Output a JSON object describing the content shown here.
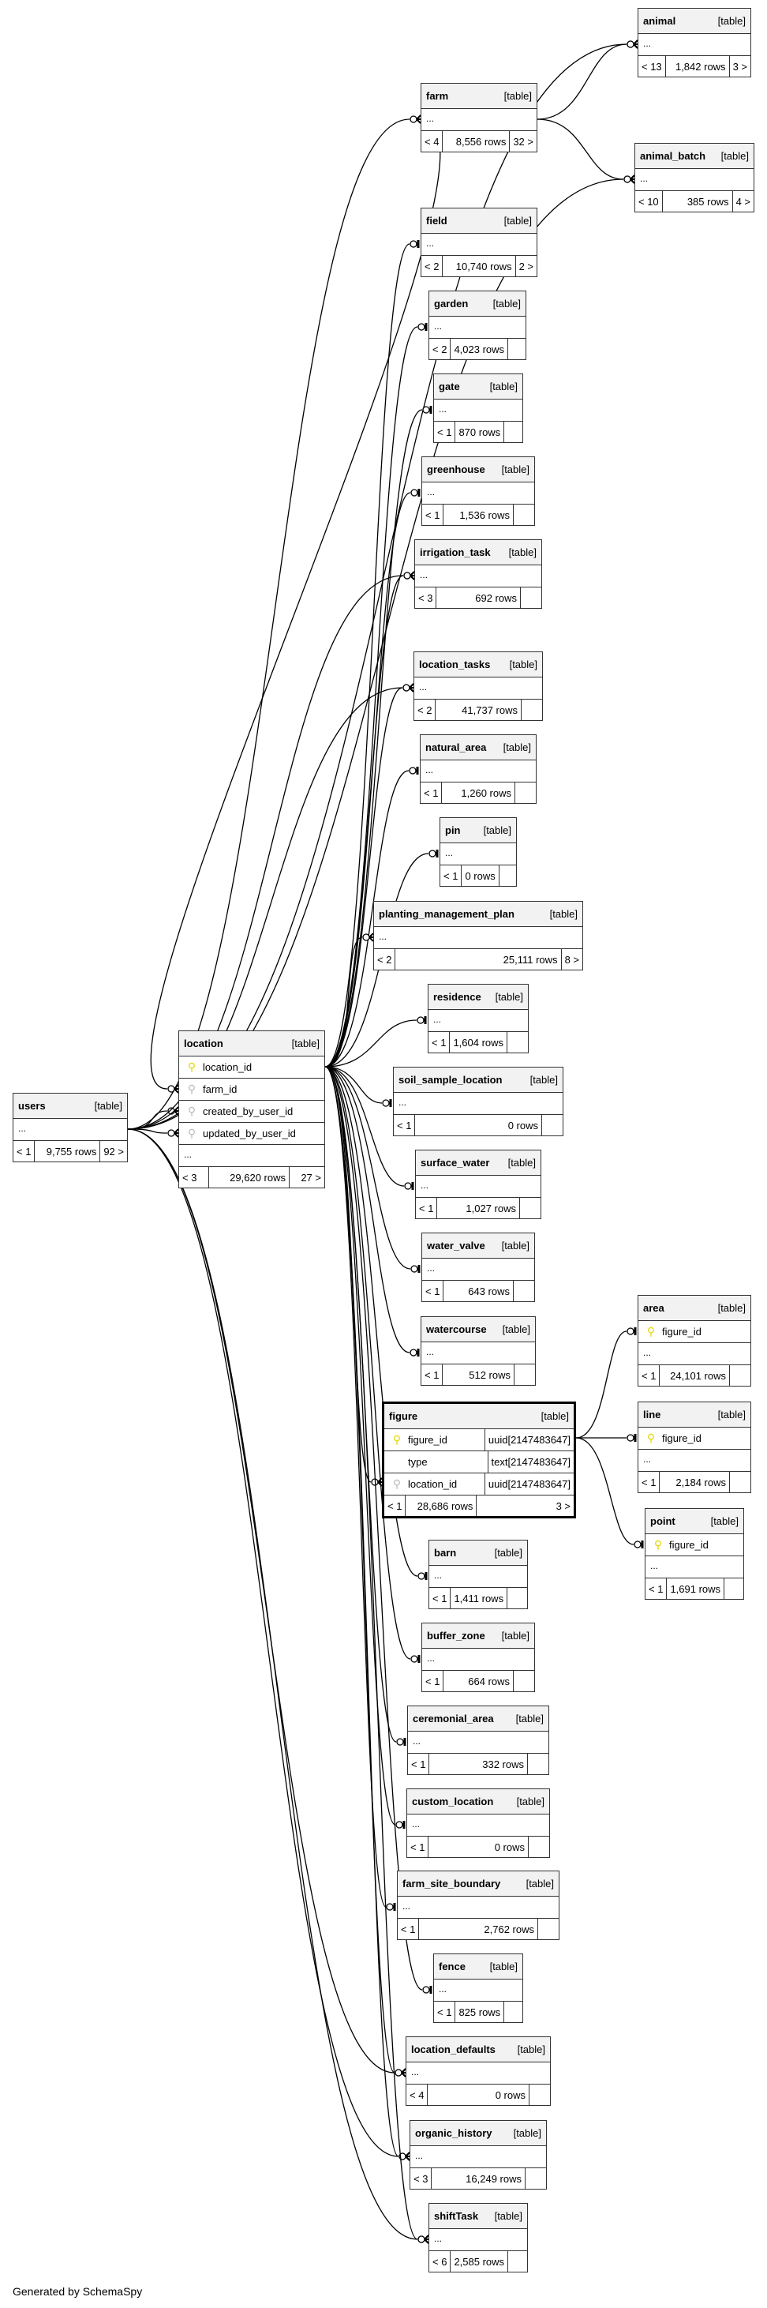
{
  "diagram": {
    "title": "location relationships",
    "footer": "Generated by SchemaSpy",
    "table_kind_label": "[table]",
    "ellipsis": "...",
    "focus_table": "location"
  },
  "tables": {
    "users": {
      "name": "users",
      "kind": "[table]",
      "parents": "< 1",
      "rows": "9,755 rows",
      "children": "92 >"
    },
    "location": {
      "name": "location",
      "kind": "[table]",
      "parents": "< 3",
      "rows": "29,620 rows",
      "children": "27 >",
      "columns": [
        {
          "name": "location_id",
          "key": "pk"
        },
        {
          "name": "farm_id",
          "key": "fk"
        },
        {
          "name": "created_by_user_id",
          "key": "fk"
        },
        {
          "name": "updated_by_user_id",
          "key": "fk"
        }
      ]
    },
    "animal": {
      "name": "animal",
      "kind": "[table]",
      "parents": "< 13",
      "rows": "1,842 rows",
      "children": "3 >"
    },
    "farm": {
      "name": "farm",
      "kind": "[table]",
      "parents": "< 4",
      "rows": "8,556 rows",
      "children": "32 >"
    },
    "animal_batch": {
      "name": "animal_batch",
      "kind": "[table]",
      "parents": "< 10",
      "rows": "385 rows",
      "children": "4 >"
    },
    "field": {
      "name": "field",
      "kind": "[table]",
      "parents": "< 2",
      "rows": "10,740 rows",
      "children": "2 >"
    },
    "garden": {
      "name": "garden",
      "kind": "[table]",
      "parents": "< 2",
      "rows": "4,023 rows",
      "children": ""
    },
    "gate": {
      "name": "gate",
      "kind": "[table]",
      "parents": "< 1",
      "rows": "870 rows",
      "children": ""
    },
    "greenhouse": {
      "name": "greenhouse",
      "kind": "[table]",
      "parents": "< 1",
      "rows": "1,536 rows",
      "children": ""
    },
    "irrigation_task": {
      "name": "irrigation_task",
      "kind": "[table]",
      "parents": "< 3",
      "rows": "692 rows",
      "children": ""
    },
    "location_tasks": {
      "name": "location_tasks",
      "kind": "[table]",
      "parents": "< 2",
      "rows": "41,737 rows",
      "children": ""
    },
    "natural_area": {
      "name": "natural_area",
      "kind": "[table]",
      "parents": "< 1",
      "rows": "1,260 rows",
      "children": ""
    },
    "pin": {
      "name": "pin",
      "kind": "[table]",
      "parents": "< 1",
      "rows": "0 rows",
      "children": ""
    },
    "planting_management_plan": {
      "name": "planting_management_plan",
      "kind": "[table]",
      "parents": "< 2",
      "rows": "25,111 rows",
      "children": "8 >"
    },
    "residence": {
      "name": "residence",
      "kind": "[table]",
      "parents": "< 1",
      "rows": "1,604 rows",
      "children": ""
    },
    "soil_sample_location": {
      "name": "soil_sample_location",
      "kind": "[table]",
      "parents": "< 1",
      "rows": "0 rows",
      "children": ""
    },
    "surface_water": {
      "name": "surface_water",
      "kind": "[table]",
      "parents": "< 1",
      "rows": "1,027 rows",
      "children": ""
    },
    "water_valve": {
      "name": "water_valve",
      "kind": "[table]",
      "parents": "< 1",
      "rows": "643 rows",
      "children": ""
    },
    "watercourse": {
      "name": "watercourse",
      "kind": "[table]",
      "parents": "< 1",
      "rows": "512 rows",
      "children": ""
    },
    "figure": {
      "name": "figure",
      "kind": "[table]",
      "parents": "< 1",
      "rows": "28,686 rows",
      "children": "3 >",
      "columns": [
        {
          "name": "figure_id",
          "key": "pk",
          "type": "uuid[2147483647]"
        },
        {
          "name": "type",
          "key": "",
          "type": "text[2147483647]"
        },
        {
          "name": "location_id",
          "key": "fk",
          "type": "uuid[2147483647]"
        }
      ]
    },
    "area": {
      "name": "area",
      "kind": "[table]",
      "parents": "< 1",
      "rows": "24,101 rows",
      "children": "",
      "columns": [
        {
          "name": "figure_id",
          "key": "pk"
        }
      ]
    },
    "line": {
      "name": "line",
      "kind": "[table]",
      "parents": "< 1",
      "rows": "2,184 rows",
      "children": "",
      "columns": [
        {
          "name": "figure_id",
          "key": "pk"
        }
      ]
    },
    "point": {
      "name": "point",
      "kind": "[table]",
      "parents": "< 1",
      "rows": "1,691 rows",
      "children": "",
      "columns": [
        {
          "name": "figure_id",
          "key": "pk"
        }
      ]
    },
    "barn": {
      "name": "barn",
      "kind": "[table]",
      "parents": "< 1",
      "rows": "1,411 rows",
      "children": ""
    },
    "buffer_zone": {
      "name": "buffer_zone",
      "kind": "[table]",
      "parents": "< 1",
      "rows": "664 rows",
      "children": ""
    },
    "ceremonial_area": {
      "name": "ceremonial_area",
      "kind": "[table]",
      "parents": "< 1",
      "rows": "332 rows",
      "children": ""
    },
    "custom_location": {
      "name": "custom_location",
      "kind": "[table]",
      "parents": "< 1",
      "rows": "0 rows",
      "children": ""
    },
    "farm_site_boundary": {
      "name": "farm_site_boundary",
      "kind": "[table]",
      "parents": "< 1",
      "rows": "2,762 rows",
      "children": ""
    },
    "fence": {
      "name": "fence",
      "kind": "[table]",
      "parents": "< 1",
      "rows": "825 rows",
      "children": ""
    },
    "location_defaults": {
      "name": "location_defaults",
      "kind": "[table]",
      "parents": "< 4",
      "rows": "0 rows",
      "children": ""
    },
    "organic_history": {
      "name": "organic_history",
      "kind": "[table]",
      "parents": "< 3",
      "rows": "16,249 rows",
      "children": ""
    },
    "shiftTask": {
      "name": "shiftTask",
      "kind": "[table]",
      "parents": "< 6",
      "rows": "2,585 rows",
      "children": ""
    }
  },
  "relationships": [
    {
      "from": "users",
      "to": "location",
      "via": "created_by_user_id",
      "cardinality": "zero-or-many"
    },
    {
      "from": "users",
      "to": "location",
      "via": "updated_by_user_id",
      "cardinality": "zero-or-many"
    },
    {
      "from": "farm",
      "to": "location",
      "via": "farm_id",
      "cardinality": "zero-or-many"
    },
    {
      "from": "users",
      "to": "animal",
      "cardinality": "zero-or-many"
    },
    {
      "from": "farm",
      "to": "animal",
      "cardinality": "zero-or-many"
    },
    {
      "from": "users",
      "to": "farm",
      "cardinality": "zero-or-many"
    },
    {
      "from": "users",
      "to": "animal_batch",
      "cardinality": "zero-or-many"
    },
    {
      "from": "farm",
      "to": "animal_batch",
      "cardinality": "zero-or-many"
    },
    {
      "from": "location",
      "to": "field",
      "cardinality": "zero-or-one"
    },
    {
      "from": "location",
      "to": "garden",
      "cardinality": "zero-or-one"
    },
    {
      "from": "location",
      "to": "gate",
      "cardinality": "zero-or-one"
    },
    {
      "from": "location",
      "to": "greenhouse",
      "cardinality": "zero-or-one"
    },
    {
      "from": "location",
      "to": "irrigation_task",
      "cardinality": "zero-or-many"
    },
    {
      "from": "location",
      "to": "location_tasks",
      "cardinality": "zero-or-many"
    },
    {
      "from": "location",
      "to": "natural_area",
      "cardinality": "zero-or-one"
    },
    {
      "from": "location",
      "to": "pin",
      "cardinality": "zero-or-one"
    },
    {
      "from": "location",
      "to": "planting_management_plan",
      "cardinality": "zero-or-many"
    },
    {
      "from": "location",
      "to": "residence",
      "cardinality": "zero-or-one"
    },
    {
      "from": "location",
      "to": "soil_sample_location",
      "cardinality": "zero-or-one"
    },
    {
      "from": "location",
      "to": "surface_water",
      "cardinality": "zero-or-one"
    },
    {
      "from": "location",
      "to": "water_valve",
      "cardinality": "zero-or-one"
    },
    {
      "from": "location",
      "to": "watercourse",
      "cardinality": "zero-or-one"
    },
    {
      "from": "location",
      "to": "figure",
      "via": "location_id",
      "cardinality": "zero-or-many"
    },
    {
      "from": "figure",
      "to": "area",
      "cardinality": "zero-or-one"
    },
    {
      "from": "figure",
      "to": "line",
      "cardinality": "zero-or-one"
    },
    {
      "from": "figure",
      "to": "point",
      "cardinality": "zero-or-one"
    },
    {
      "from": "location",
      "to": "barn",
      "cardinality": "zero-or-one"
    },
    {
      "from": "location",
      "to": "buffer_zone",
      "cardinality": "zero-or-one"
    },
    {
      "from": "location",
      "to": "ceremonial_area",
      "cardinality": "zero-or-one"
    },
    {
      "from": "location",
      "to": "custom_location",
      "cardinality": "zero-or-one"
    },
    {
      "from": "location",
      "to": "farm_site_boundary",
      "cardinality": "zero-or-one"
    },
    {
      "from": "location",
      "to": "fence",
      "cardinality": "zero-or-one"
    },
    {
      "from": "location",
      "to": "location_defaults",
      "cardinality": "zero-or-many"
    },
    {
      "from": "users",
      "to": "location_defaults",
      "cardinality": "zero-or-many"
    },
    {
      "from": "location",
      "to": "organic_history",
      "cardinality": "zero-or-many"
    },
    {
      "from": "users",
      "to": "organic_history",
      "cardinality": "zero-or-many"
    },
    {
      "from": "location",
      "to": "shiftTask",
      "cardinality": "zero-or-many"
    },
    {
      "from": "users",
      "to": "shiftTask",
      "cardinality": "zero-or-many"
    },
    {
      "from": "users",
      "to": "irrigation_task",
      "cardinality": "zero-or-many"
    },
    {
      "from": "users",
      "to": "location_tasks",
      "cardinality": "zero-or-many"
    }
  ]
}
